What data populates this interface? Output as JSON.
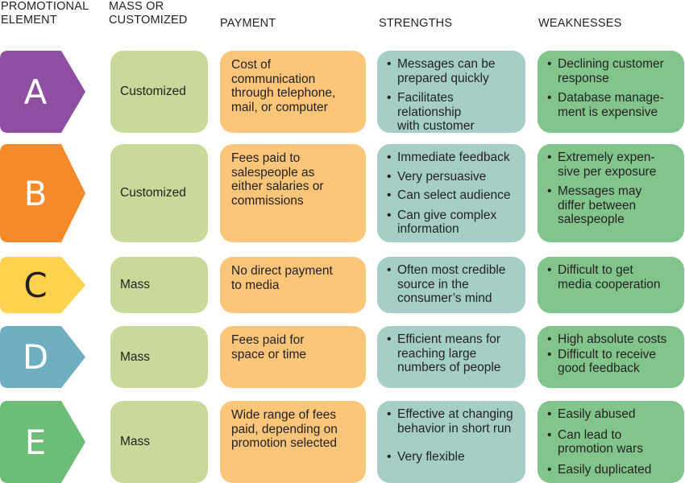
{
  "headers": {
    "element": [
      "PROMOTIONAL",
      "ELEMENT"
    ],
    "mass": [
      "MASS OR",
      "CUSTOMIZED"
    ],
    "payment": "PAYMENT",
    "strengths": "STRENGTHS",
    "weaknesses": "WEAKNESSES"
  },
  "colors": {
    "A": "#8e4fa3",
    "B": "#f48a2a",
    "C": "#fdd24f",
    "D": "#6fadc0",
    "E": "#6cbd78",
    "mass_box": "#c8d99a",
    "payment_box": "#fbc57a",
    "strengths_box": "#a5cfc6",
    "weaknesses_box": "#82c58c"
  },
  "rows": [
    {
      "letter": "A",
      "mass": "Customized",
      "payment": [
        "Cost of communication",
        "through telephone,",
        "mail, or computer"
      ],
      "strengths": [
        [
          "Messages can be",
          "prepared quickly"
        ],
        [
          "Facilitates relationship",
          "with customer"
        ]
      ],
      "weaknesses": [
        [
          "Declining customer",
          "response"
        ],
        [
          "Database manage-",
          "ment is expensive"
        ]
      ]
    },
    {
      "letter": "B",
      "mass": "Customized",
      "payment": [
        "Fees paid to",
        "salespeople as",
        "either salaries or",
        "commissions"
      ],
      "strengths": [
        [
          "Immediate feedback"
        ],
        [
          "Very persuasive"
        ],
        [
          "Can select audience"
        ],
        [
          "Can give complex",
          "information"
        ]
      ],
      "weaknesses": [
        [
          "Extremely expen-",
          "sive per exposure"
        ],
        [
          "Messages may",
          "differ between",
          "salespeople"
        ]
      ]
    },
    {
      "letter": "C",
      "mass": "Mass",
      "payment": [
        "No direct payment",
        "to media"
      ],
      "strengths": [
        [
          "Often most credible",
          "source in the",
          "consumer’s mind"
        ]
      ],
      "weaknesses": [
        [
          "Difficult to get",
          "media cooperation"
        ]
      ]
    },
    {
      "letter": "D",
      "mass": "Mass",
      "payment": [
        "Fees paid for",
        "space or time"
      ],
      "strengths": [
        [
          "Efficient means for",
          "reaching large",
          "numbers of people"
        ]
      ],
      "weaknesses": [
        [
          "High absolute costs"
        ],
        [
          "Difficult to receive",
          "good feedback"
        ]
      ]
    },
    {
      "letter": "E",
      "mass": "Mass",
      "payment": [
        "Wide range of fees",
        "paid, depending on",
        "promotion selected"
      ],
      "strengths": [
        [
          "Effective at changing",
          "behavior in short run"
        ],
        [
          "Very flexible"
        ]
      ],
      "weaknesses": [
        [
          "Easily abused"
        ],
        [
          "Can lead to",
          "promotion wars"
        ],
        [
          "Easily duplicated"
        ]
      ]
    }
  ]
}
